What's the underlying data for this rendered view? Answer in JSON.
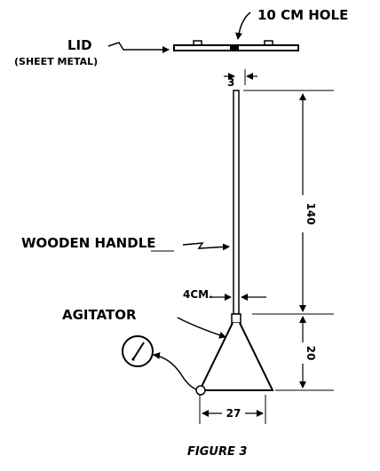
{
  "labels": {
    "lid": "LID",
    "lid_material": "(SHEET METAL)",
    "hole": "10 CM HOLE",
    "wooden_handle": "WOODEN HANDLE",
    "agitator": "AGITATOR",
    "handle_width": "4CM.",
    "caption": "FIGURE 3"
  },
  "dimensions": {
    "lid_gap": "3",
    "handle_length": "140",
    "cone_height": "20",
    "cone_base": "27"
  }
}
